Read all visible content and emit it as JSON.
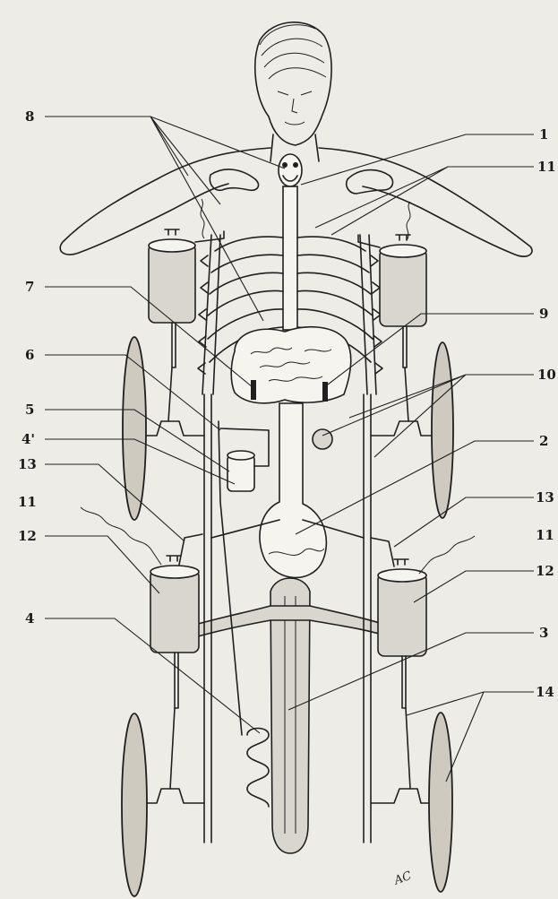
{
  "labels": {
    "n1": "1",
    "n2": "2",
    "n3": "3",
    "n4": "4",
    "n4p": "4'",
    "n5": "5",
    "n6": "6",
    "n7": "7",
    "n8": "8",
    "n9": "9",
    "n10": "10",
    "n11a": "11",
    "n11b": "11",
    "n11c": "11",
    "n12a": "12",
    "n12b": "12",
    "n13a": "13",
    "n13b": "13",
    "n14": "14"
  },
  "signature": "AC"
}
